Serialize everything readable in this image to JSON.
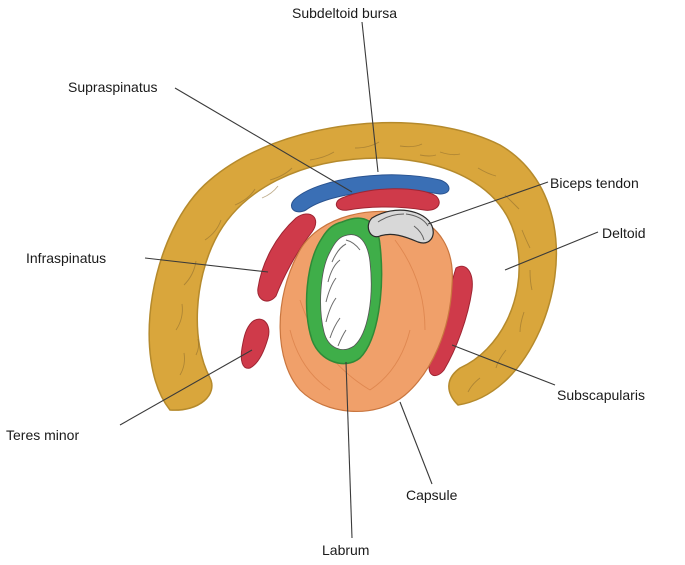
{
  "labels": {
    "subdeltoid_bursa": "Subdeltoid bursa",
    "supraspinatus": "Supraspinatus",
    "biceps_tendon": "Biceps tendon",
    "deltoid": "Deltoid",
    "infraspinatus": "Infraspinatus",
    "subscapularis": "Subscapularis",
    "teres_minor": "Teres minor",
    "capsule": "Capsule",
    "labrum": "Labrum"
  },
  "colors": {
    "deltoid": "#d9a63c",
    "bursa": "#3a6fb5",
    "muscle": "#cf3a4a",
    "capsule": "#f0a06a",
    "labrum": "#3fae49",
    "glenoid": "#ffffff"
  }
}
